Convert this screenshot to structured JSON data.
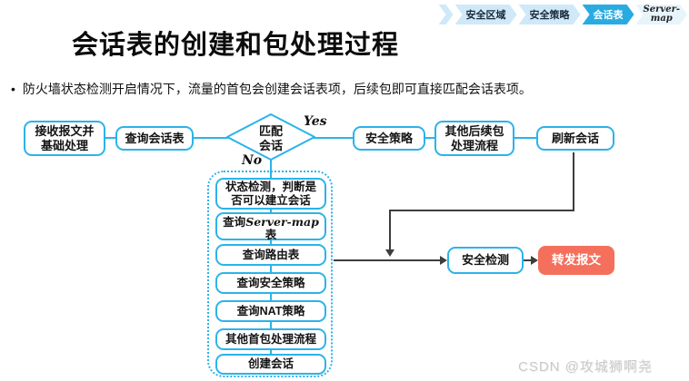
{
  "breadcrumb": {
    "item1": "安全区域",
    "item2": "安全策略",
    "item3": "会话表",
    "item4_line1": "Server-",
    "item4_line2": "map"
  },
  "title": "会话表的创建和包处理过程",
  "bullet_marker": "•",
  "bullet_text": "防火墙状态检测开启情况下，流量的首包会创建会话表项，后续包即可直接匹配会话表项。",
  "flowchart": {
    "receive_box": "接收报文并基础处理",
    "query_session_box": "查询会话表",
    "match_decision": "匹配会话",
    "yes_label": "Yes",
    "no_label": "No",
    "security_policy_box": "安全策略",
    "subsequent_box": "其他后续包处理流程",
    "refresh_box": "刷新会话",
    "first_packet_steps": {
      "state_check": "状态检测，判断是否可以建立会话",
      "servermap_prefix": "查询",
      "servermap_mid": "Server-map",
      "servermap_suffix": "表",
      "route": "查询路由表",
      "policy": "查询安全策略",
      "nat": "查询NAT策略",
      "other_first": "其他首包处理流程",
      "create": "创建会话"
    },
    "security_check_box": "安全检测",
    "forward_box": "转发报文"
  },
  "watermark": "CSDN @攻城狮啊尧",
  "colors": {
    "accent_cyan": "#2bb3ea",
    "line_black": "#3d3d3d",
    "forward_red": "#f4705c",
    "breadcrumb_active": "#29abe2"
  }
}
